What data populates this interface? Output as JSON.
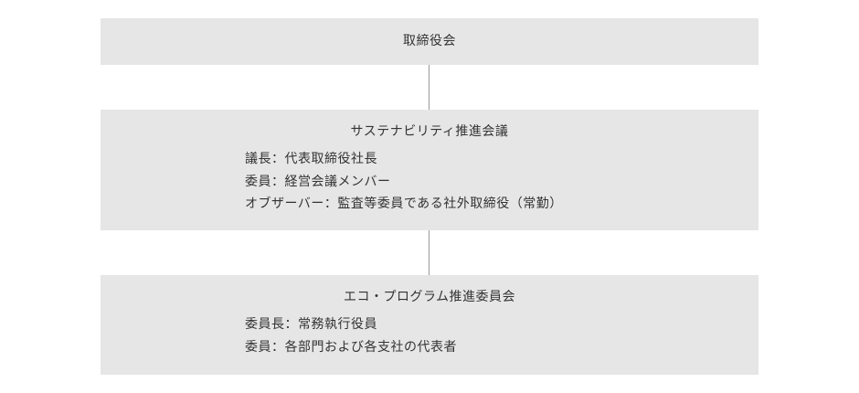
{
  "board": {
    "title": "取締役会"
  },
  "sustainability_committee": {
    "title": "サステナビリティ推進会議",
    "lines": [
      "議長：代表取締役社長",
      "委員：経営会議メンバー",
      "オブザーバー：監査等委員である社外取締役（常勤）"
    ]
  },
  "eco_committee": {
    "title": "エコ・プログラム推進委員会",
    "lines": [
      "委員長：常務執行役員",
      "委員：各部門および各支社の代表者"
    ]
  },
  "colors": {
    "box_background": "#e6e6e6",
    "connector": "#999999",
    "text": "#333333"
  }
}
